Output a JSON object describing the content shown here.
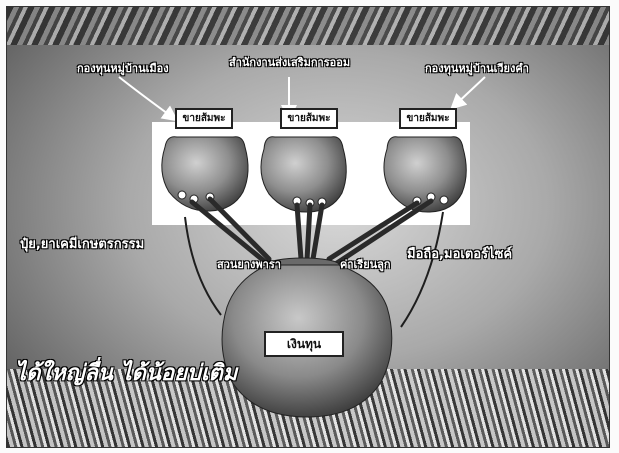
{
  "sources": {
    "left": "กองทุนหมู่บ้านเมือง",
    "center": "สำนักงานส่งเสริมการออม",
    "right": "กองทุนหมู่บ้านเวียงคำ"
  },
  "small_jars": {
    "left": "ขายส้มพะ",
    "center": "ขายส้มพะ",
    "right": "ขายส้มพะ"
  },
  "big_jar": {
    "label": "เงินทุน"
  },
  "benefits": {
    "left": "ปุ๋ย,ยาเคมีเกษตรกรรม",
    "mid_left": "สวนยางพารา",
    "mid_right": "ค่าเรียนลูก",
    "right": "มือถือ,มอเตอร์ไซค์"
  },
  "proverb": "ได้ใหญ่ลื่น ได้น้อยบ่เติม"
}
